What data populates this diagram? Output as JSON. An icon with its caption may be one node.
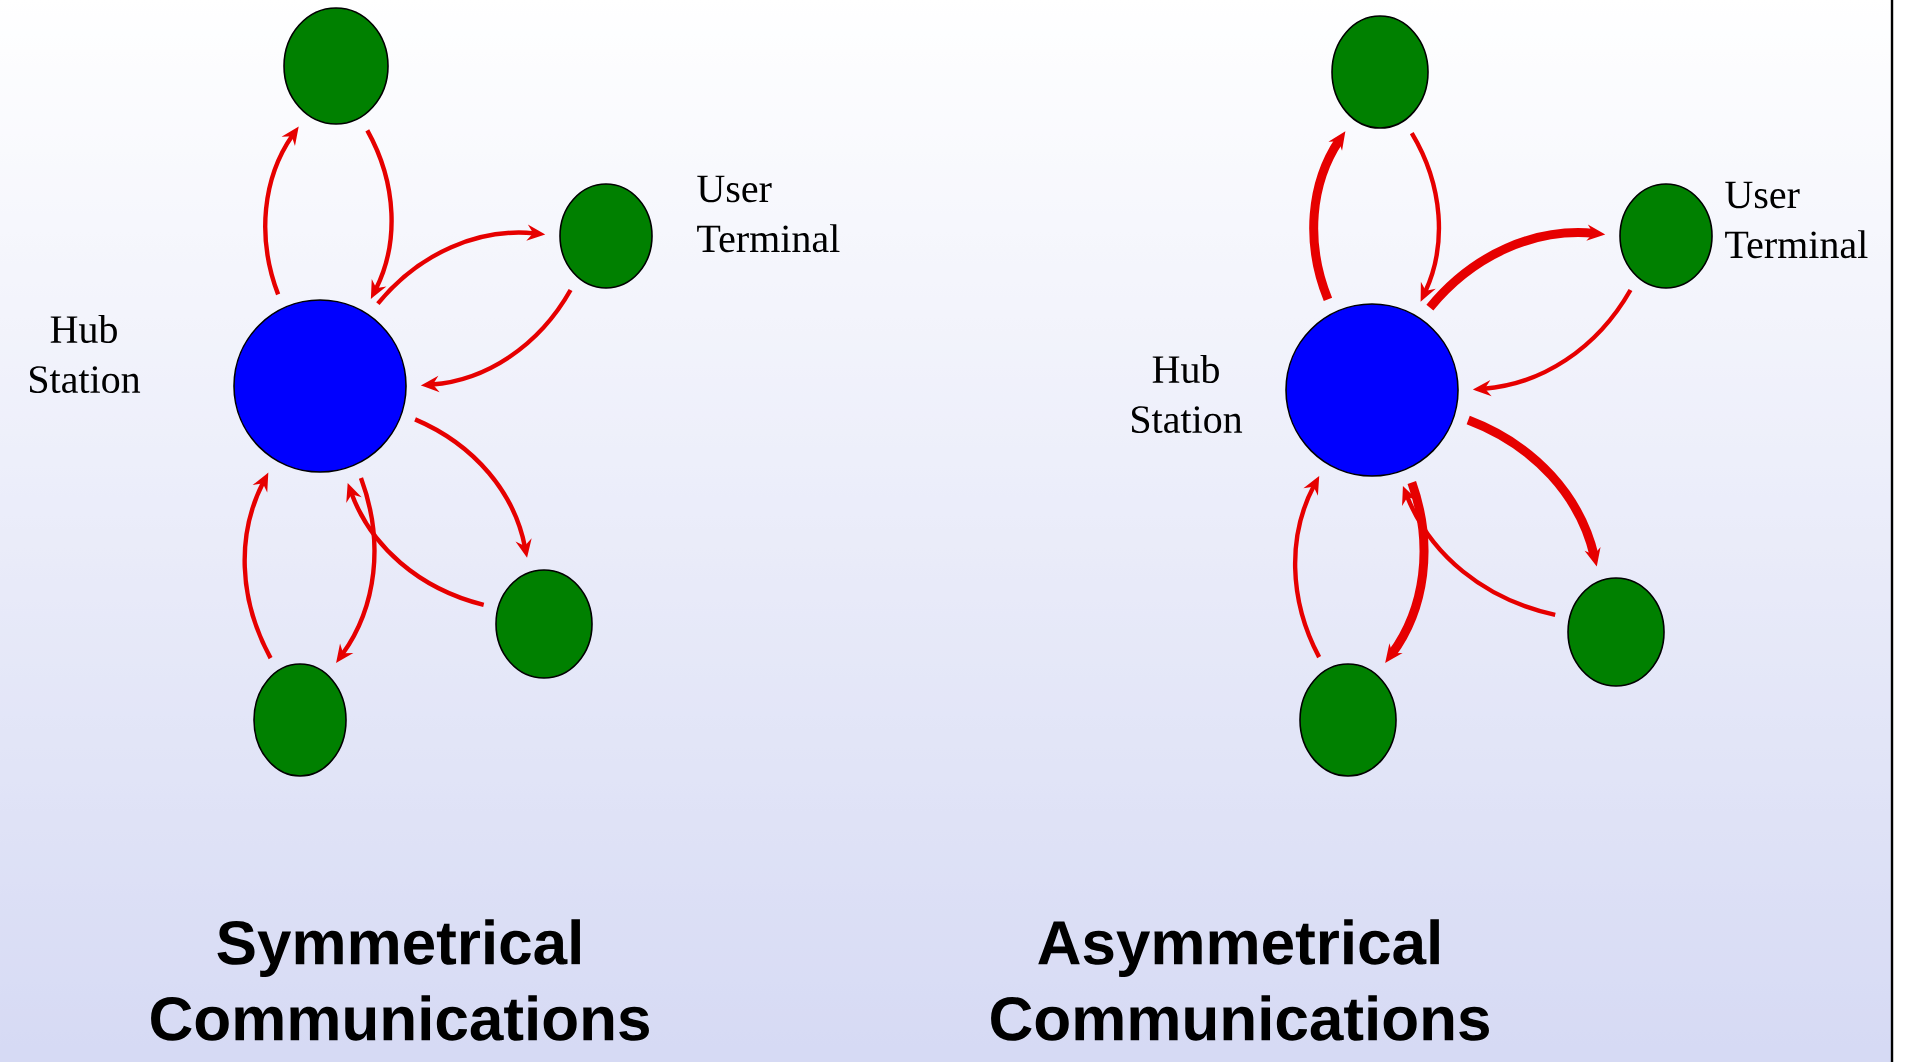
{
  "diagram": {
    "nodes": [
      {
        "text": [],
        "shape": "circle",
        "beside": [
          "Hub Station"
        ]
      },
      {
        "text": [],
        "shape": "circle"
      },
      {
        "text": [],
        "shape": "circle",
        "beside": [
          "User Terminal"
        ]
      },
      {
        "text": [],
        "shape": "circle"
      },
      {
        "text": [],
        "shape": "circle"
      },
      {
        "text": [],
        "shape": "circle",
        "beside": [
          "Hub Station"
        ]
      },
      {
        "text": [],
        "shape": "circle"
      },
      {
        "text": [],
        "shape": "circle",
        "beside": [
          "User Terminal"
        ]
      },
      {
        "text": [],
        "shape": "circle"
      },
      {
        "text": [],
        "shape": "circle"
      }
    ],
    "edges": [
      {
        "from": 0,
        "to": 1,
        "arrow": "to"
      },
      {
        "from": 1,
        "to": 0,
        "arrow": "to"
      },
      {
        "from": 0,
        "to": 2,
        "arrow": "to"
      },
      {
        "from": 2,
        "to": 0,
        "arrow": "to"
      },
      {
        "from": 0,
        "to": 3,
        "arrow": "to"
      },
      {
        "from": 3,
        "to": 0,
        "arrow": "to"
      },
      {
        "from": 0,
        "to": 4,
        "arrow": "to"
      },
      {
        "from": 4,
        "to": 0,
        "arrow": "to"
      },
      {
        "from": 5,
        "to": 6,
        "arrow": "to",
        "style": "thick"
      },
      {
        "from": 6,
        "to": 5,
        "arrow": "to"
      },
      {
        "from": 5,
        "to": 7,
        "arrow": "to",
        "style": "thick"
      },
      {
        "from": 7,
        "to": 5,
        "arrow": "to"
      },
      {
        "from": 5,
        "to": 8,
        "arrow": "to",
        "style": "thick"
      },
      {
        "from": 8,
        "to": 5,
        "arrow": "to"
      },
      {
        "from": 5,
        "to": 9,
        "arrow": "to",
        "style": "thick"
      },
      {
        "from": 9,
        "to": 5,
        "arrow": "to"
      }
    ],
    "labels": [
      "Symmetrical Communications",
      "Asymmetrical Communications"
    ]
  }
}
